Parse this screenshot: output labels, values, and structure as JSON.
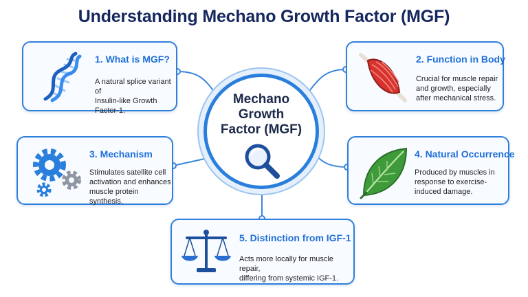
{
  "title": "Understanding Mechano Growth Factor (MGF)",
  "center": {
    "label": "Mechano\nGrowth\nFactor (MGF)",
    "icon": "magnifying-glass-icon"
  },
  "cards": [
    {
      "id": "what-is-mgf",
      "title": "1. What is MGF?",
      "body": "A natural splice variant of\nInsulin-like Growth Factor-1.",
      "icon": "dna-icon"
    },
    {
      "id": "function-in-body",
      "title": "2. Function in Body",
      "body": "Crucial for muscle repair\nand growth, especially\nafter mechanical stress.",
      "icon": "muscle-icon"
    },
    {
      "id": "mechanism",
      "title": "3. Mechanism",
      "body": "Stimulates satellite cell\nactivation and enhances\nmuscle protein synthesis.",
      "icon": "gears-icon"
    },
    {
      "id": "natural-occurrence",
      "title": "4. Natural Occurrence",
      "body": "Produced by muscles in\nresponse to exercise-\ninduced damage.",
      "icon": "leaf-icon"
    },
    {
      "id": "distinction-from-igf1",
      "title": "5. Distinction from IGF-1",
      "body": "Acts more locally for muscle repair,\ndiffering from systemic IGF-1.",
      "icon": "balance-scale-icon"
    }
  ],
  "colors": {
    "accent": "#2f7fdc",
    "title": "#15275e",
    "card_bg": "#f8fbff"
  }
}
